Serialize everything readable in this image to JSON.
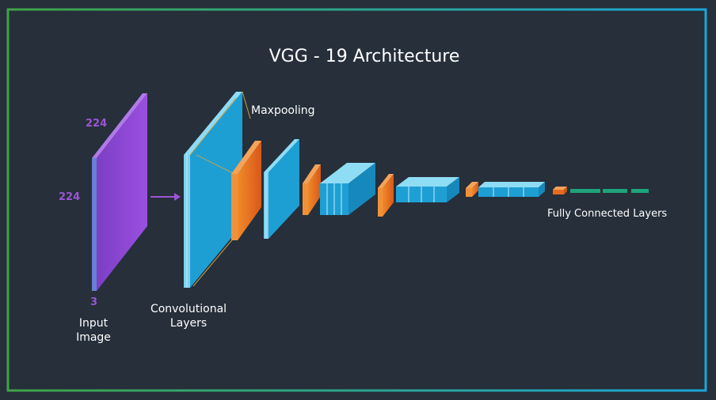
{
  "title": "VGG - 19 Architecture",
  "labels": {
    "maxpooling": "Maxpooling",
    "dim_top": "224",
    "dim_side": "224",
    "dim_channels": "3",
    "input_line1": "Input",
    "input_line2": "Image",
    "conv_line1": "Convolutional",
    "conv_line2": "Layers",
    "fc": "Fully Connected Layers"
  },
  "colors": {
    "background": "#262f3a",
    "border_start": "#3fa346",
    "border_end": "#1aa6d8",
    "input_image": "#8a45cf",
    "conv_layer": "#1e9fd4",
    "pool_layer": "#e86a21",
    "fc_layer": "#1fa37a",
    "text": "#ffffff",
    "dimension_text": "#9b55d6"
  }
}
